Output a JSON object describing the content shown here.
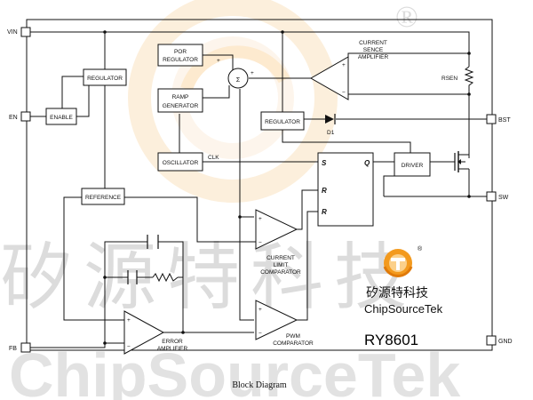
{
  "watermark": {
    "chinese": "矽源特科技",
    "latin": "ChipSourceTek"
  },
  "pins": {
    "vin": "VIN",
    "en": "EN",
    "fb": "FB",
    "bst": "BST",
    "sw": "SW",
    "gnd": "GND"
  },
  "blocks": {
    "regulator_left": "REGULATOR",
    "enable": "ENABLE",
    "reference": "REFERENCE",
    "por_line1": "POR",
    "por_line2": "REGULATOR",
    "ramp_line1": "RAMP",
    "ramp_line2": "GENERATOR",
    "oscillator": "OSCILLATOR",
    "regulator_mid": "REGULATOR",
    "driver": "DRIVER",
    "sum_symbol": "Σ"
  },
  "labels": {
    "current_sense_line1": "CURRENT",
    "current_sense_line2": "SENCE",
    "current_sense_line3": "AMPLIFIER",
    "rsen": "RSEN",
    "d1": "D1",
    "clk": "CLK",
    "current_limit_line1": "CURRENT",
    "current_limit_line2": "LIMIT",
    "current_limit_line3": "COMPARATOR",
    "pwm_line1": "PWM",
    "pwm_line2": "COMPARATOR",
    "error_line1": "ERROR",
    "error_line2": "AMPLIFIER"
  },
  "flipflop": {
    "s": "S",
    "r1": "R",
    "r2": "R",
    "q": "Q"
  },
  "brand": {
    "chinese": "矽源特科技",
    "english": "ChipSourceTek",
    "registered": "®"
  },
  "part_number": "RY8601",
  "caption": "Block Diagram",
  "colors": {
    "logo_orange": "#f39a1e",
    "logo_light": "#fbd08a",
    "watermark_gray": "#dcdcdc"
  }
}
